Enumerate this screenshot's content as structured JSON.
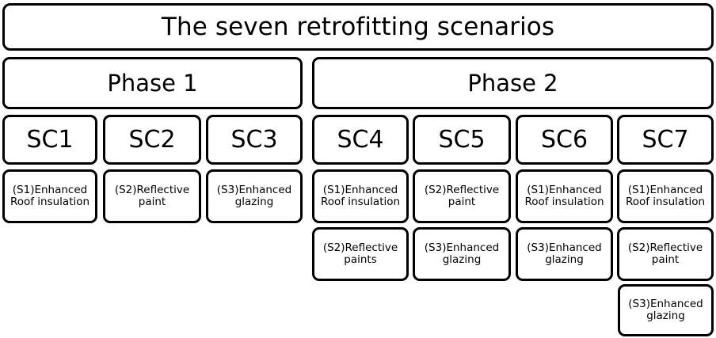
{
  "diagram": {
    "title": "The seven retrofitting scenarios",
    "phases": [
      {
        "id": "phase-1",
        "label": "Phase 1"
      },
      {
        "id": "phase-2",
        "label": "Phase 2"
      }
    ],
    "scenarios": [
      {
        "code": "SC1",
        "phase": "Phase 1",
        "measures": [
          "(S1)Enhanced Roof insulation"
        ]
      },
      {
        "code": "SC2",
        "phase": "Phase 1",
        "measures": [
          "(S2)Reflective paint"
        ]
      },
      {
        "code": "SC3",
        "phase": "Phase 1",
        "measures": [
          "(S3)Enhanced glazing"
        ]
      },
      {
        "code": "SC4",
        "phase": "Phase 2",
        "measures": [
          "(S1)Enhanced Roof insulation",
          "(S2)Reflective paints"
        ]
      },
      {
        "code": "SC5",
        "phase": "Phase 2",
        "measures": [
          "(S2)Reflective paint",
          "(S3)Enhanced glazing"
        ]
      },
      {
        "code": "SC6",
        "phase": "Phase 2",
        "measures": [
          "(S1)Enhanced Roof insulation",
          "(S3)Enhanced glazing"
        ]
      },
      {
        "code": "SC7",
        "phase": "Phase 2",
        "measures": [
          "(S1)Enhanced Roof insulation",
          "(S2)Reflective paint",
          "(S3)Enhanced glazing"
        ]
      }
    ]
  },
  "style": {
    "border_color": "#000000",
    "background_color": "#ffffff",
    "text_color": "#000000"
  }
}
